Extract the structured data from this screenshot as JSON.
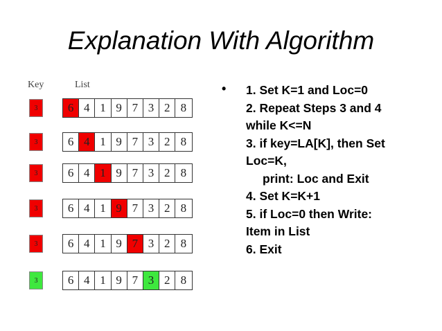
{
  "title": "Explanation With Algorithm",
  "headers": {
    "key": "Key",
    "list": "List"
  },
  "colors": {
    "searching": "#f00000",
    "found": "#3ee83e"
  },
  "rows": [
    {
      "key": "3",
      "key_state": "searching",
      "values": [
        "6",
        "4",
        "1",
        "9",
        "7",
        "3",
        "2",
        "8"
      ],
      "highlight_index": 0,
      "highlight_state": "searching"
    },
    {
      "key": "3",
      "key_state": "searching",
      "values": [
        "6",
        "4",
        "1",
        "9",
        "7",
        "3",
        "2",
        "8"
      ],
      "highlight_index": 1,
      "highlight_state": "searching"
    },
    {
      "key": "3",
      "key_state": "searching",
      "values": [
        "6",
        "4",
        "1",
        "9",
        "7",
        "3",
        "2",
        "8"
      ],
      "highlight_index": 2,
      "highlight_state": "searching"
    },
    {
      "key": "3",
      "key_state": "searching",
      "values": [
        "6",
        "4",
        "1",
        "9",
        "7",
        "3",
        "2",
        "8"
      ],
      "highlight_index": 3,
      "highlight_state": "searching"
    },
    {
      "key": "3",
      "key_state": "searching",
      "values": [
        "6",
        "4",
        "1",
        "9",
        "7",
        "3",
        "2",
        "8"
      ],
      "highlight_index": 4,
      "highlight_state": "searching"
    },
    {
      "key": "3",
      "key_state": "found",
      "values": [
        "6",
        "4",
        "1",
        "9",
        "7",
        "3",
        "2",
        "8"
      ],
      "highlight_index": 5,
      "highlight_state": "found"
    }
  ],
  "algorithm": {
    "bullet": "•",
    "lines": [
      {
        "text": "1. Set K=1 and Loc=0",
        "indent": false
      },
      {
        "text": "2. Repeat Steps 3 and 4",
        "indent": false
      },
      {
        "text": "while K<=N",
        "indent": false
      },
      {
        "text": "3. if key=LA[K], then Set",
        "indent": false
      },
      {
        "text": "Loc=K,",
        "indent": false
      },
      {
        "text": "print: Loc and Exit",
        "indent": true
      },
      {
        "text": "4. Set K=K+1",
        "indent": false
      },
      {
        "text": "5. if Loc=0 then Write:",
        "indent": false
      },
      {
        "text": "Item in List",
        "indent": false
      },
      {
        "text": "6. Exit",
        "indent": false
      }
    ]
  }
}
